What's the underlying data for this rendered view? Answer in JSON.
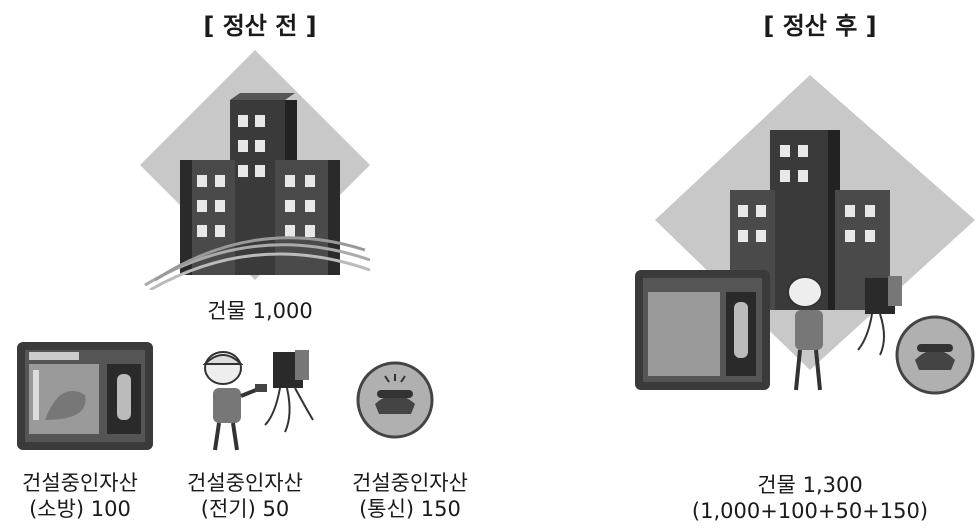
{
  "before": {
    "title": "[ 정산 전 ]",
    "building_label": "건물 1,000",
    "assets": [
      {
        "line1": "건설중인자산",
        "line2": "(소방) 100",
        "icon": "fire-panel-icon"
      },
      {
        "line1": "건설중인자산",
        "line2": "(전기) 50",
        "icon": "electrician-icon"
      },
      {
        "line1": "건설중인자산",
        "line2": "(통신) 150",
        "icon": "telephone-icon"
      }
    ]
  },
  "after": {
    "title": "[ 정산 후 ]",
    "building_label_line1": "건물 1,300",
    "building_label_line2": "(1,000+100+50+150)"
  },
  "colors": {
    "diamond": "#c8c8c8",
    "building_dark": "#3a3a3a",
    "building_mid": "#5a5a5a",
    "window": "#e8e8e8",
    "text": "#1a1a1a"
  }
}
